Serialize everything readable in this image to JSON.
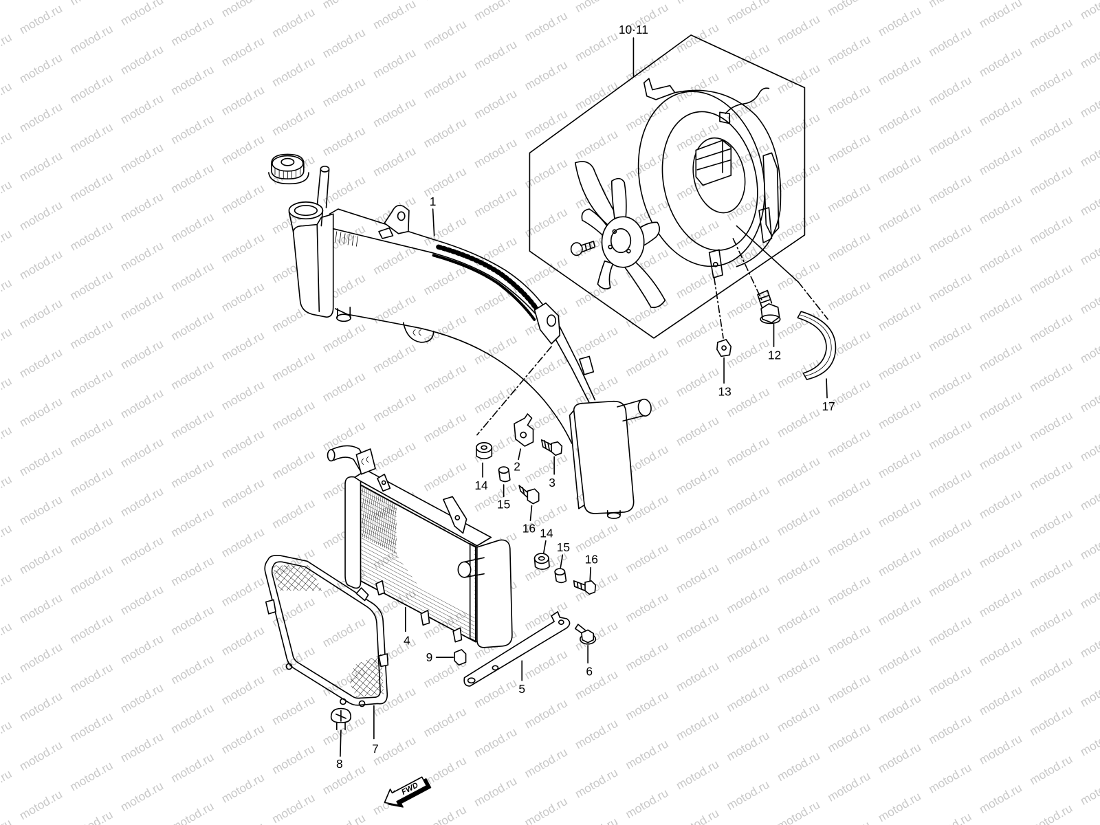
{
  "watermark": "motod.ru",
  "callouts": [
    "10·11",
    "1",
    "12",
    "13",
    "17",
    "14",
    "2",
    "3",
    "15",
    "16",
    "14",
    "15",
    "16",
    "4",
    "9",
    "5",
    "6",
    "7",
    "8"
  ],
  "fwd_label": "FWD",
  "colors": {
    "line": "#000000",
    "background": "#ffffff",
    "watermark": "#c8c8c8"
  }
}
